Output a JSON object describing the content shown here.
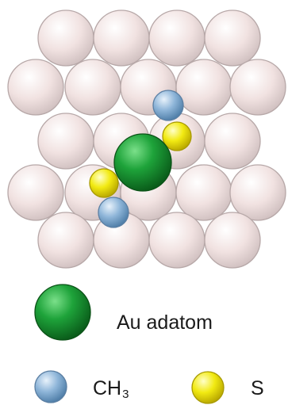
{
  "legend": {
    "adatom_label": "Au adatom",
    "ch3_label_main": "CH",
    "ch3_label_sub": "3",
    "s_label": "S"
  },
  "colors": {
    "surface_atom": "#f3e3e2",
    "adatom": "#1ea33a",
    "methyl": "#8fb6d9",
    "sulfur": "#f2ea12"
  }
}
